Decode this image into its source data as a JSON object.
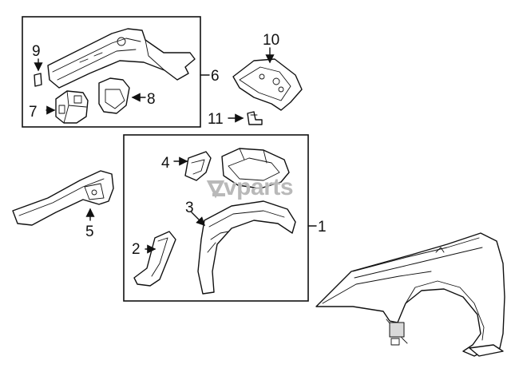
{
  "callouts": {
    "c1": "1",
    "c2": "2",
    "c3": "3",
    "c4": "4",
    "c5": "5",
    "c6": "6",
    "c7": "7",
    "c8": "8",
    "c9": "9",
    "c10": "10",
    "c11": "11"
  },
  "watermark": {
    "text": "vparts"
  }
}
